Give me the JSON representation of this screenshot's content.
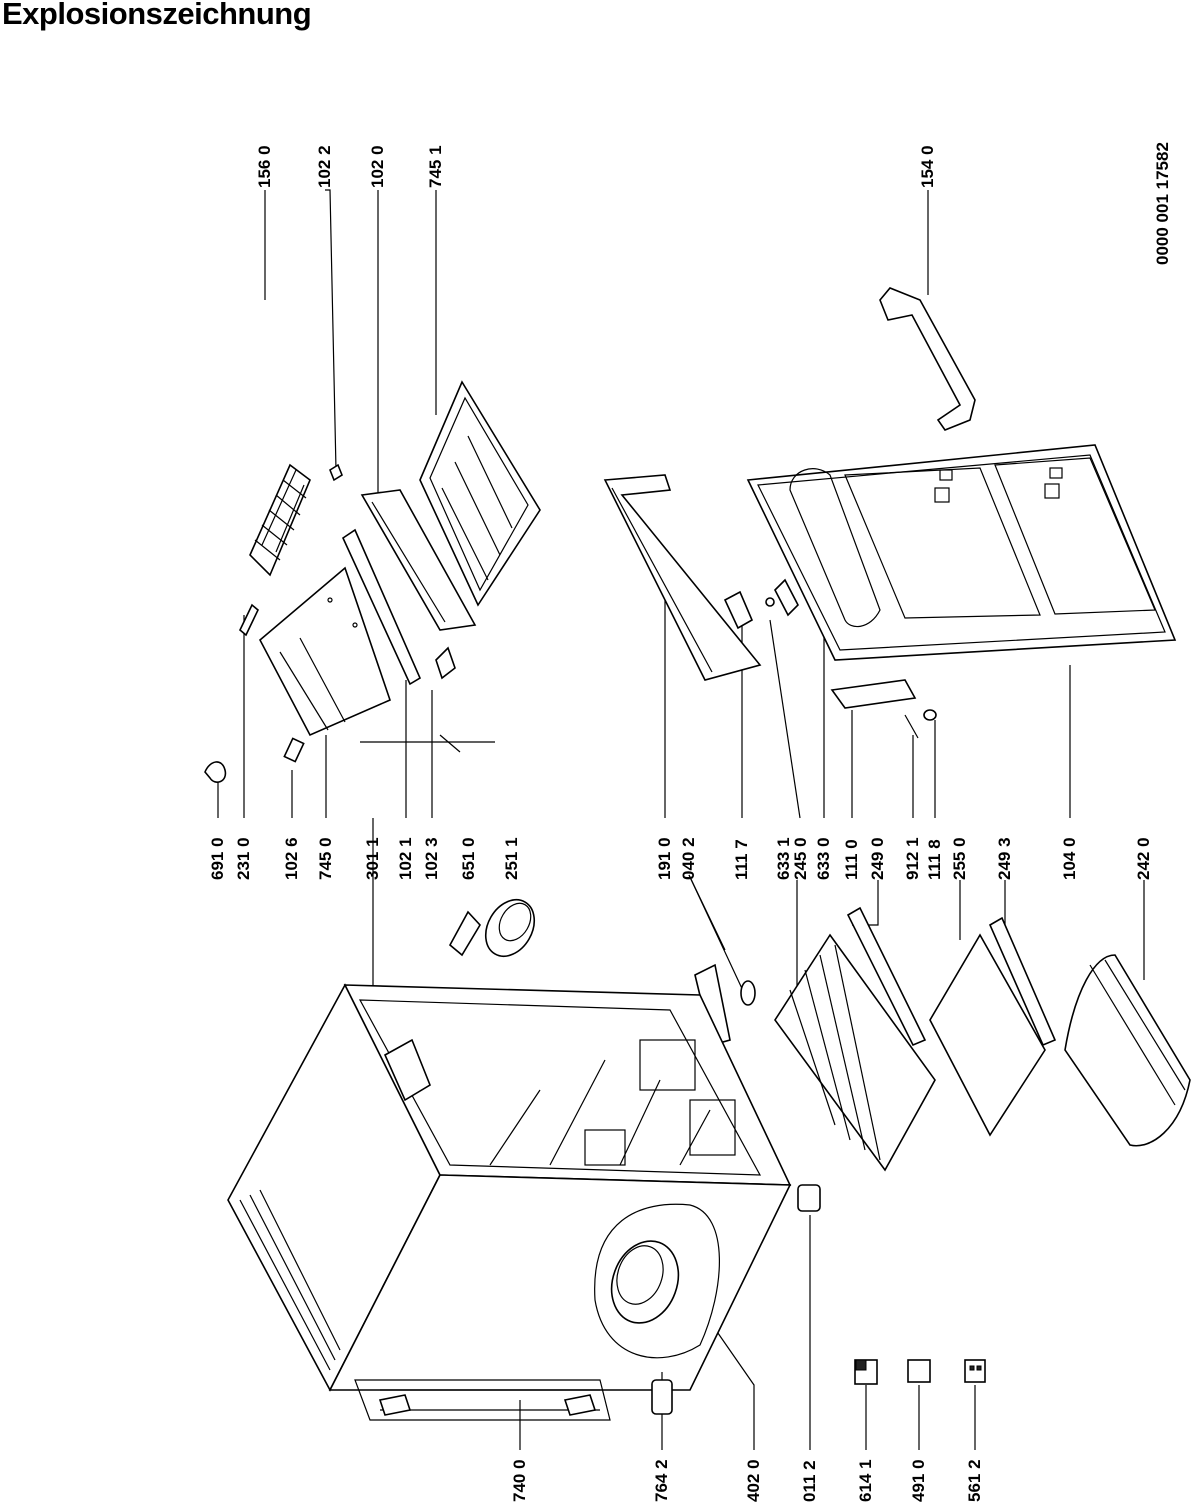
{
  "title": "Explosionszeichnung",
  "document_number": "0000 001 17582",
  "part_labels": [
    {
      "id": "p1560",
      "text": "156 0"
    },
    {
      "id": "p1022",
      "text": "102 2"
    },
    {
      "id": "p1020",
      "text": "102 0"
    },
    {
      "id": "p7451",
      "text": "745 1"
    },
    {
      "id": "p1540",
      "text": "154 0"
    },
    {
      "id": "p6910",
      "text": "691 0"
    },
    {
      "id": "p2310",
      "text": "231 0"
    },
    {
      "id": "p1026",
      "text": "102 6"
    },
    {
      "id": "p7450",
      "text": "745 0"
    },
    {
      "id": "p3011",
      "text": "301 1"
    },
    {
      "id": "p1021",
      "text": "102 1"
    },
    {
      "id": "p1023",
      "text": "102 3"
    },
    {
      "id": "p6510",
      "text": "651 0"
    },
    {
      "id": "p2511",
      "text": "251 1"
    },
    {
      "id": "p1910",
      "text": "191 0"
    },
    {
      "id": "p0402",
      "text": "040 2"
    },
    {
      "id": "p1117",
      "text": "111 7"
    },
    {
      "id": "p6331",
      "text": "633 1"
    },
    {
      "id": "p2450",
      "text": "245 0"
    },
    {
      "id": "p6330",
      "text": "633 0"
    },
    {
      "id": "p1110",
      "text": "111 0"
    },
    {
      "id": "p2490",
      "text": "249 0"
    },
    {
      "id": "p9121",
      "text": "912 1"
    },
    {
      "id": "p1118",
      "text": "111 8"
    },
    {
      "id": "p2550",
      "text": "255 0"
    },
    {
      "id": "p2493",
      "text": "249 3"
    },
    {
      "id": "p1040",
      "text": "104 0"
    },
    {
      "id": "p2420",
      "text": "242 0"
    },
    {
      "id": "p7400",
      "text": "740 0"
    },
    {
      "id": "p7642",
      "text": "764 2"
    },
    {
      "id": "p4020",
      "text": "402 0"
    },
    {
      "id": "p0112",
      "text": "011 2"
    },
    {
      "id": "p6141",
      "text": "614 1"
    },
    {
      "id": "p4910",
      "text": "491 0"
    },
    {
      "id": "p5612",
      "text": "561 2"
    }
  ]
}
